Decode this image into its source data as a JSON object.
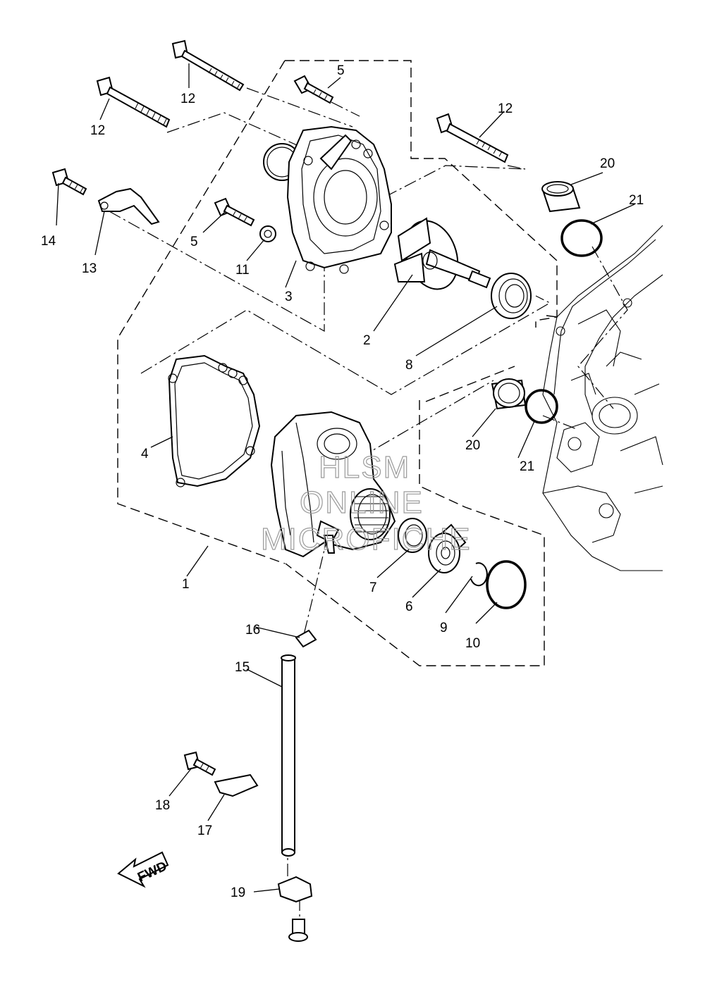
{
  "watermark": {
    "line1": "HLSM",
    "line2": "ONLINE",
    "line3": "MICROFICHE"
  },
  "fwd_label": "FWD",
  "callouts": [
    {
      "id": "c1",
      "text": "1"
    },
    {
      "id": "c2",
      "text": "2"
    },
    {
      "id": "c3",
      "text": "3"
    },
    {
      "id": "c4",
      "text": "4"
    },
    {
      "id": "c5a",
      "text": "5"
    },
    {
      "id": "c5b",
      "text": "5"
    },
    {
      "id": "c6",
      "text": "6"
    },
    {
      "id": "c7",
      "text": "7"
    },
    {
      "id": "c8",
      "text": "8"
    },
    {
      "id": "c9",
      "text": "9"
    },
    {
      "id": "c10",
      "text": "10"
    },
    {
      "id": "c11",
      "text": "11"
    },
    {
      "id": "c12a",
      "text": "12"
    },
    {
      "id": "c12b",
      "text": "12"
    },
    {
      "id": "c12c",
      "text": "12"
    },
    {
      "id": "c13",
      "text": "13"
    },
    {
      "id": "c14",
      "text": "14"
    },
    {
      "id": "c15",
      "text": "15"
    },
    {
      "id": "c16",
      "text": "16"
    },
    {
      "id": "c17",
      "text": "17"
    },
    {
      "id": "c18",
      "text": "18"
    },
    {
      "id": "c19",
      "text": "19"
    },
    {
      "id": "c20a",
      "text": "20"
    },
    {
      "id": "c20b",
      "text": "20"
    },
    {
      "id": "c21a",
      "text": "21"
    },
    {
      "id": "c21b",
      "text": "21"
    }
  ]
}
